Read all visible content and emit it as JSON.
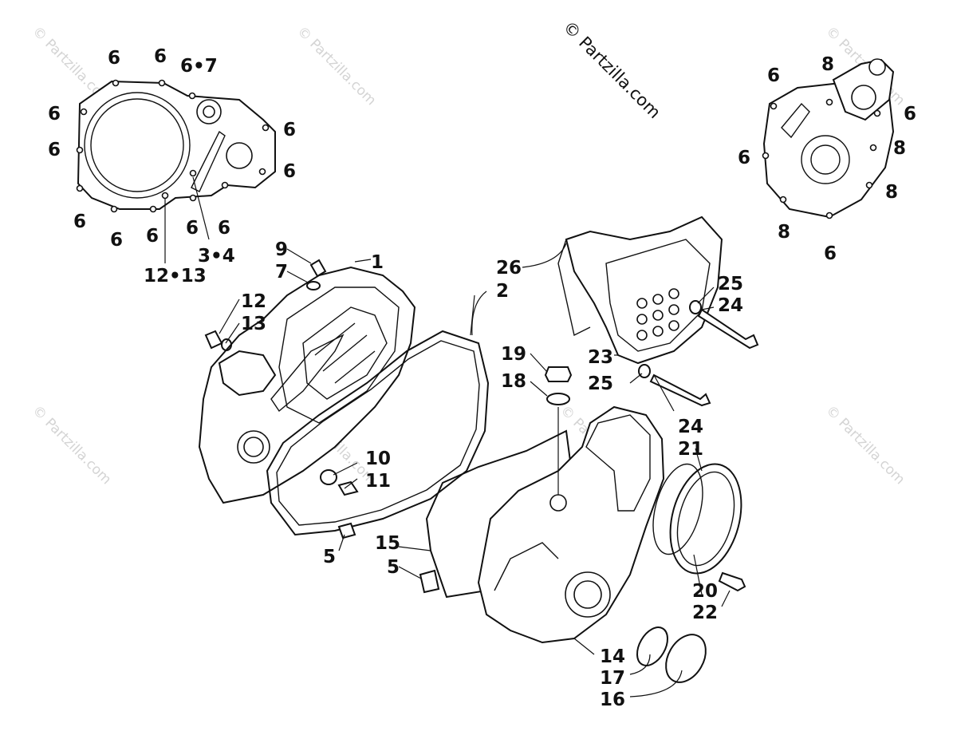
{
  "copyright": "© Partzilla.com",
  "watermark": "© Partzilla.com",
  "callouts": {
    "c1": "1",
    "c2": "2",
    "c3_4": "3•4",
    "c5a": "5",
    "c5b": "5",
    "c6a": "6",
    "c6b": "6",
    "c6_7": "6•7",
    "c6c": "6",
    "c6d": "6",
    "c6e": "6",
    "c6f": "6",
    "c6g": "6",
    "c6h": "6",
    "c6i": "6",
    "c6j": "6",
    "c6k": "6",
    "c6r1": "6",
    "c6r2": "6",
    "c6r3": "6",
    "c6r4": "6",
    "c7": "7",
    "c8a": "8",
    "c8b": "8",
    "c8c": "8",
    "c8d": "8",
    "c9": "9",
    "c10": "10",
    "c11": "11",
    "c12": "12",
    "c12_13": "12•13",
    "c13": "13",
    "c14": "14",
    "c15": "15",
    "c16": "16",
    "c17": "17",
    "c18": "18",
    "c19": "19",
    "c20": "20",
    "c21": "21",
    "c22": "22",
    "c23": "23",
    "c24a": "24",
    "c24b": "24",
    "c25a": "25",
    "c25b": "25",
    "c26": "26"
  }
}
